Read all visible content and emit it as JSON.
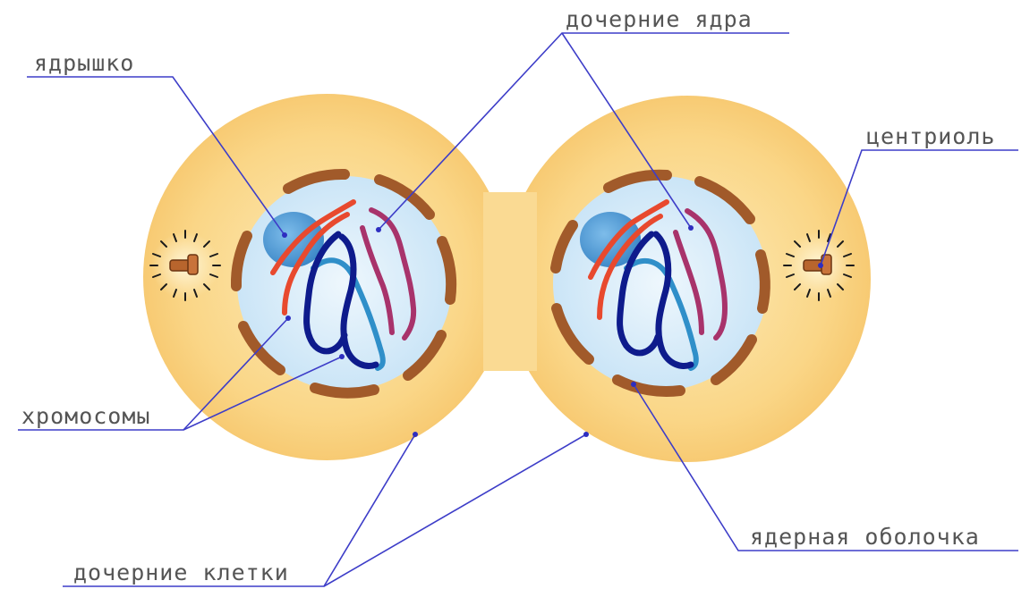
{
  "labels": {
    "nucleolus": "ядрышко",
    "daughter_nuclei": "дочерние ядра",
    "centriole": "центриоль",
    "chromosomes": "хромосомы",
    "nuclear_envelope": "ядерная оболочка",
    "daughter_cells": "дочерние клетки"
  },
  "colors": {
    "cytoplasm": "#FAD27D",
    "cytoplasm_center": "#FCE4A8",
    "nucleus": "#D6ECFA",
    "nucleolus": "#4A9AD8",
    "envelope": "#A15A2A",
    "chromosome_red": "#E8492E",
    "chromosome_magenta": "#A8336B",
    "chromosome_navy": "#0E1B8C",
    "chromosome_blue": "#2F8FC9",
    "leader_line": "#3D3DC8",
    "label_text": "#555555"
  }
}
